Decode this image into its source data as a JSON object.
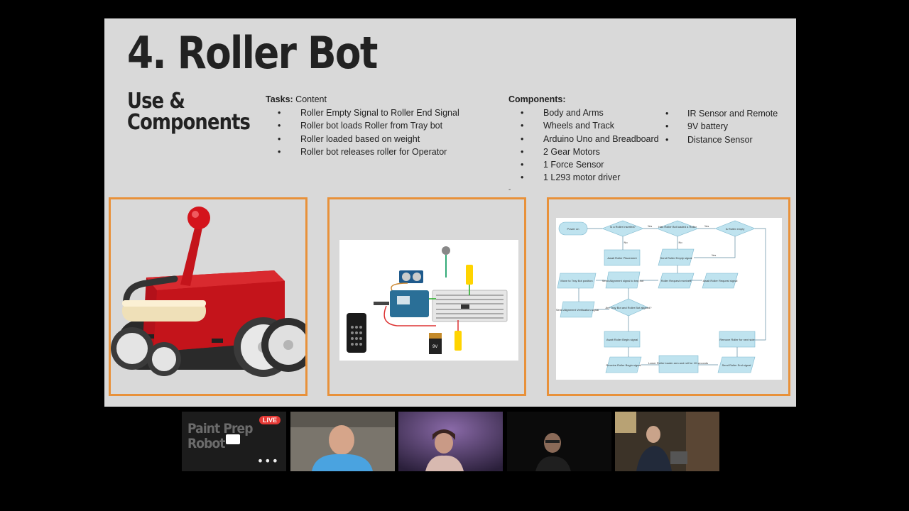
{
  "slide": {
    "title": "4. Roller Bot",
    "subtitle": "Use & Components",
    "tasks": {
      "label": "Tasks:",
      "label_rest": " Content",
      "items": [
        "Roller Empty Signal to Roller End Signal",
        "Roller bot loads Roller from Tray bot",
        "Roller loaded based on weight",
        "Roller bot releases roller for Operator"
      ]
    },
    "components": {
      "label": "Components:",
      "items_col1": [
        "Body and Arms",
        "Wheels and Track",
        "Arduino Uno and Breadboard",
        "2 Gear Motors",
        "1 Force Sensor",
        "1 L293 motor driver"
      ],
      "items_col2": [
        "IR Sensor and Remote",
        "9V battery",
        "Distance Sensor"
      ]
    },
    "stray_mark": "-",
    "images": {
      "robot": "robot-3d-model",
      "circuit": "arduino-circuit",
      "flowchart": "flowchart"
    },
    "flowchart_labels": [
      "Power on",
      "Is a Roller Inserted?",
      "Has Roller Bot loaded a Roller",
      "Is Roller empty",
      "Yes",
      "Yes",
      "No",
      "No",
      "Yes",
      "Await Roller Placement",
      "Send Roller Empty signal",
      "Move to Tray Bot position",
      "Send Alignment signal to tray bot",
      "Roller Request received",
      "Await Roller Request signal",
      "Send Alignment Verification signal",
      "Are Tray Bot and Roller Bot aligned?",
      "Await Roller Begin signal",
      "Remove Roller for next side",
      "Receive Roller Begin signal",
      "Lower Roller loader arm and roll for 10 seconds",
      "Send Roller End signal"
    ],
    "battery_label": "9V"
  },
  "participants": [
    {
      "name": "brand-tile",
      "brand_line1": "Paint Prep",
      "brand_line2": "Robot",
      "badge": "LIVE",
      "more": "•••"
    },
    {
      "name": "participant-1"
    },
    {
      "name": "participant-2"
    },
    {
      "name": "participant-3"
    },
    {
      "name": "participant-4"
    }
  ],
  "colors": {
    "accent_frame": "#e8913a",
    "slide_bg": "#d9d9d9",
    "live_red": "#e53935",
    "robot_red": "#c4141b"
  }
}
